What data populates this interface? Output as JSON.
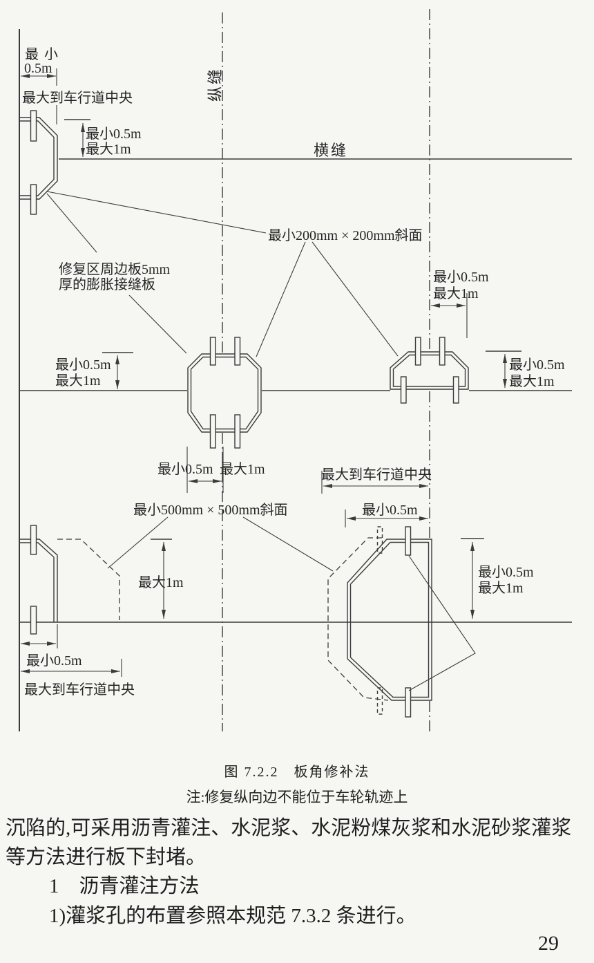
{
  "figure": {
    "joints": {
      "longitudinal": "纵缝",
      "transverse": "横缝"
    },
    "labels": {
      "min": "最小",
      "half_m": "0.5m",
      "min_0_5m": "最小0.5m",
      "max_1m": "最大1m",
      "max_to_lane_center": "最大到车行道中央",
      "min_200_chamfer": "最小200mm × 200mm斜面",
      "repair_board_line1": "修复区周边板5mm",
      "repair_board_line2": "厚的膨胀接缝板",
      "min_500_chamfer": "最小500mm × 500mm斜面"
    },
    "caption": "图 7.2.2　板角修补法",
    "note": "注:修复纵向边不能位于车轮轨迹上"
  },
  "body": {
    "lines": [
      "沉陷的,可采用沥青灌注、水泥浆、水泥粉煤灰浆和水泥砂浆灌浆",
      "等方法进行板下封堵。",
      "1　沥青灌注方法",
      "1)灌浆孔的布置参照本规范 7.3.2 条进行。"
    ]
  },
  "page_number": "29",
  "colors": {
    "paper": "#f6f6f3",
    "ink": "#262626",
    "line": "#3b3b3b"
  }
}
